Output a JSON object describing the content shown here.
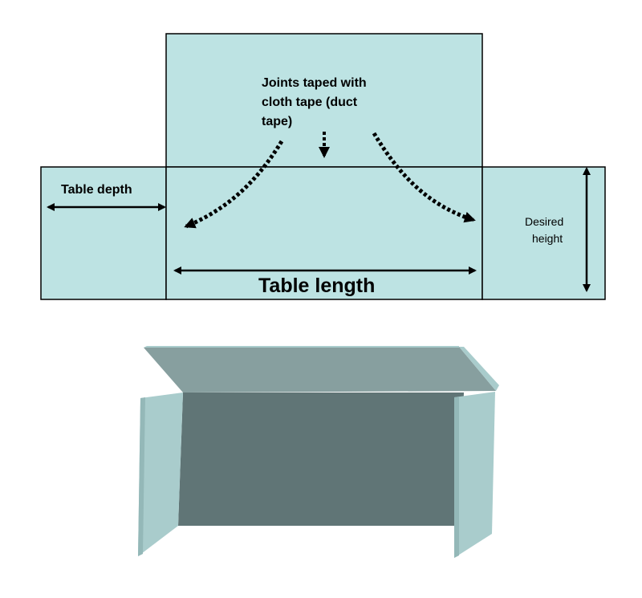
{
  "labels": {
    "joints_line1": "Joints taped with",
    "joints_line2": "cloth tape (duct",
    "joints_line3": "tape)",
    "table_depth": "Table depth",
    "table_length": "Table length",
    "desired_line1": "Desired",
    "desired_line2": "height"
  },
  "colors": {
    "panel_fill": "#bde3e3",
    "outline": "#000000",
    "top_face": "#879f9f",
    "top_edge": "#a9cccc",
    "back_face": "#607576",
    "side_panel": "#a9cccc",
    "side_panel_shade": "#94b8b8"
  }
}
